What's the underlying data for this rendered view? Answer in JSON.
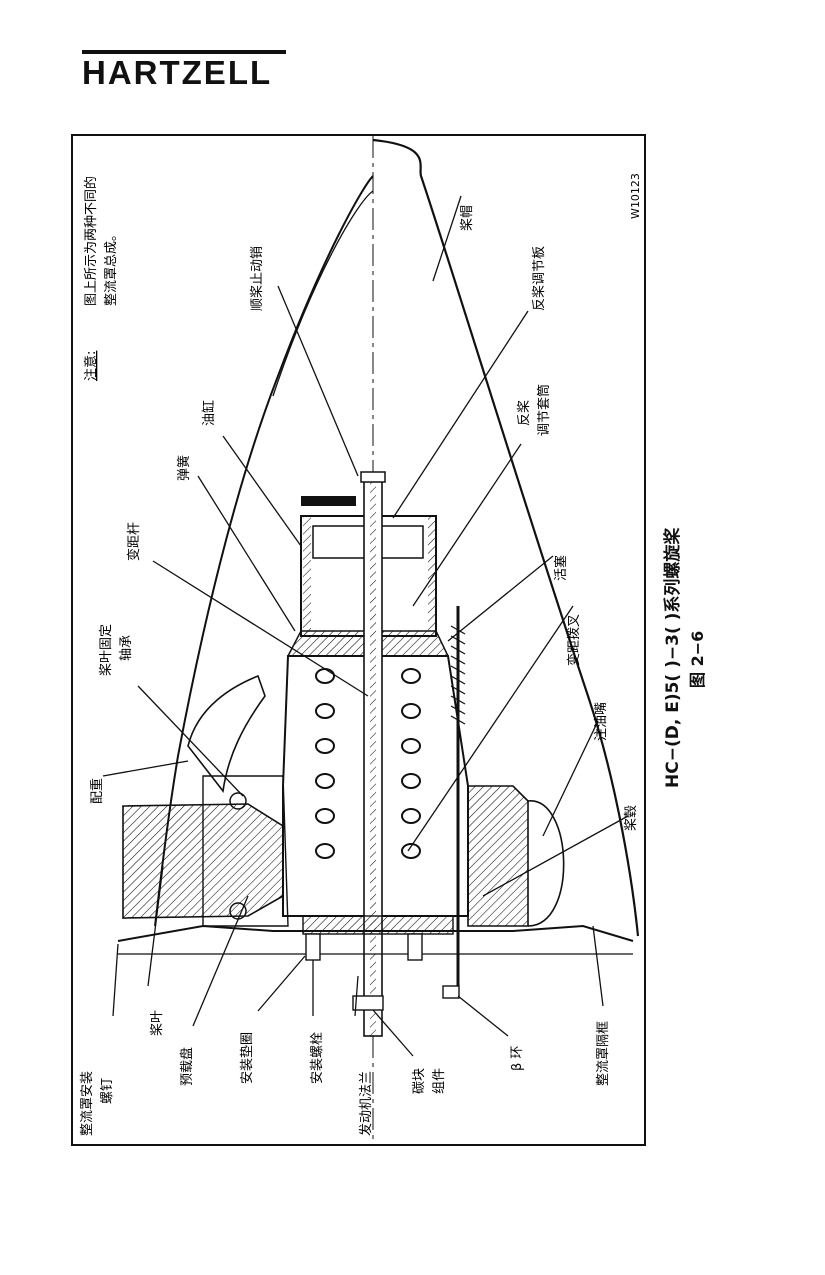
{
  "logo": {
    "text": "HARTZELL"
  },
  "figure": {
    "code": "W10123",
    "note_label": "注意:",
    "note_lines": [
      "图上所示为两种不同的",
      "整流罩总成。"
    ],
    "labels": {
      "spinner_dome": "桨帽",
      "reverse_plate": "反桨调节板",
      "feather_stop_pin": "顺桨止动销",
      "reverse_sleeve_1": "反桨",
      "reverse_sleeve_2": "调节套筒",
      "cylinder": "油缸",
      "spring": "弹簧",
      "piston": "活塞",
      "pitch_rod": "变距杆",
      "pitch_fork": "变距拨叉",
      "retention_bearing_1": "桨叶固定",
      "retention_bearing_2": "轴承",
      "grease_fitting": "注油嘴",
      "counterweight": "配重",
      "hub": "桨毂",
      "bulkhead": "整流罩隔框",
      "beta_ring": "β 环",
      "carbon_block_1": "碳块",
      "carbon_block_2": "组件",
      "engine_flange": "发动机法兰",
      "mounting_bolt": "安装螺栓",
      "mounting_washer": "安装垫圈",
      "preload_plate": "预载盘",
      "blade": "桨叶",
      "spinner_screw_1": "整流罩安装",
      "spinner_screw_2": "螺钉"
    }
  },
  "caption": {
    "title": "HC−(D, E)5(  )−3(  )系列螺旋桨",
    "number": "图 2−6"
  }
}
